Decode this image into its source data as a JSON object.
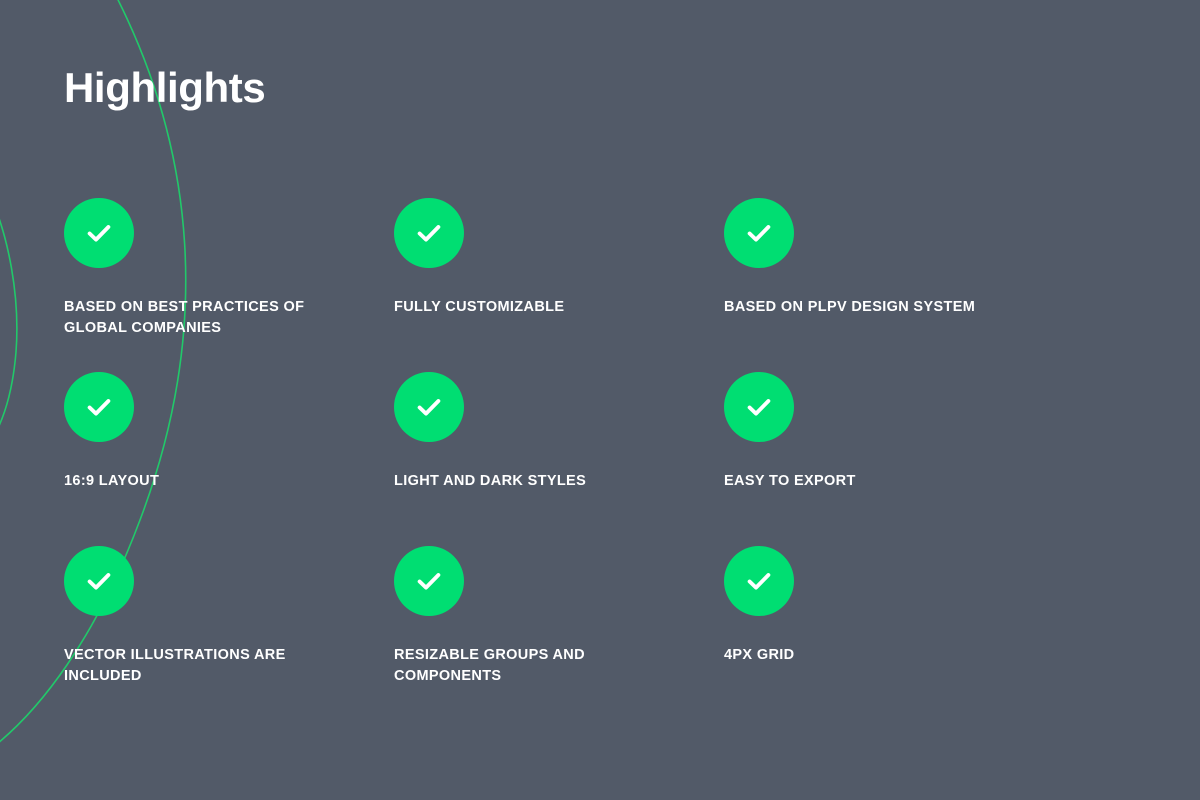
{
  "slide": {
    "title": "Highlights",
    "background_color": "#525a68",
    "accent_color": "#00de72",
    "text_color": "#ffffff"
  },
  "decor": {
    "arc_color": "#21c96a",
    "arc_stroke_width": 1.6,
    "outer_arc_name": "decorative-arc-outer",
    "inner_arc_name": "decorative-arc-inner"
  },
  "icons": {
    "check": "check-icon"
  },
  "highlights": [
    {
      "label": "Based on best practices of\nglobal companies",
      "icon": "check-icon"
    },
    {
      "label": "Fully customizable",
      "icon": "check-icon"
    },
    {
      "label": "Based on PLPV design system",
      "icon": "check-icon"
    },
    {
      "label": "16:9 layout",
      "icon": "check-icon"
    },
    {
      "label": "Light and dark styles",
      "icon": "check-icon"
    },
    {
      "label": "Easy to export",
      "icon": "check-icon"
    },
    {
      "label": "Vector illustrations are\nincluded",
      "icon": "check-icon"
    },
    {
      "label": "Resizable groups and\ncomponents",
      "icon": "check-icon"
    },
    {
      "label": "4px grid",
      "icon": "check-icon"
    }
  ]
}
